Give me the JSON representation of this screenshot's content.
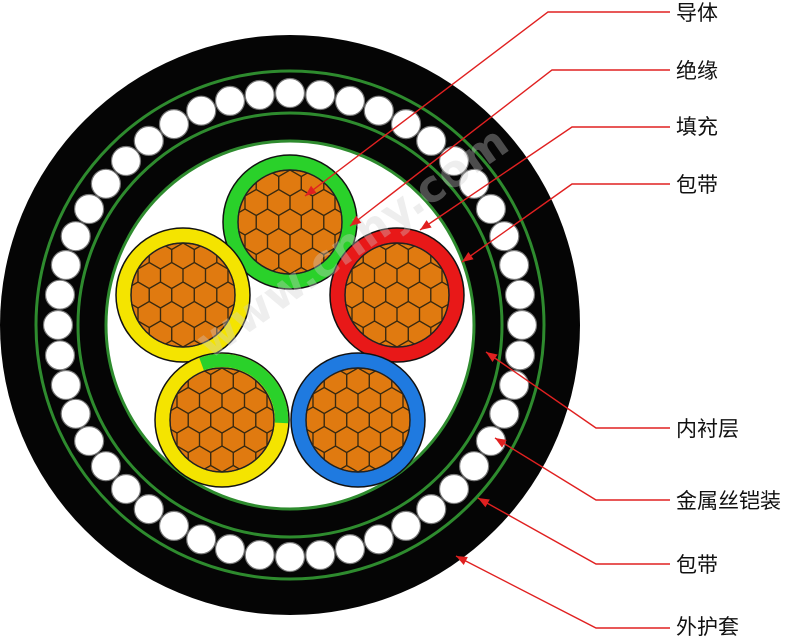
{
  "labels": {
    "conductor": "导体",
    "insulation": "绝缘",
    "filler": "填充",
    "wrapping_tape_inner": "包带",
    "inner_sheath": "内衬层",
    "steel_wire_armour": "金属丝铠装",
    "wrapping_tape_outer": "包带",
    "outer_sheath": "外护套"
  },
  "watermark": "www.cnhy.com",
  "colors": {
    "outer_sheath": "#050505",
    "armour_wire": "#ffffff",
    "tape": "#2e8b2e",
    "inner_sheath": "#050505",
    "filler": "#ffffff",
    "copper": "#e07a10",
    "leader_line": "#e02020",
    "core_green": "#2ad12a",
    "core_red": "#e81818",
    "core_yellow": "#f4e400",
    "core_blue": "#1f7ae0",
    "core_yellow_green": "#f4e400"
  },
  "cores": [
    {
      "name": "green-core",
      "color": "#2ad12a",
      "secondary": ""
    },
    {
      "name": "red-core",
      "color": "#e81818",
      "secondary": ""
    },
    {
      "name": "yellow-core",
      "color": "#f4e400",
      "secondary": ""
    },
    {
      "name": "yellow-green-core",
      "color": "#f4e400",
      "secondary": "#2ad12a"
    },
    {
      "name": "blue-core",
      "color": "#1f7ae0",
      "secondary": ""
    }
  ]
}
